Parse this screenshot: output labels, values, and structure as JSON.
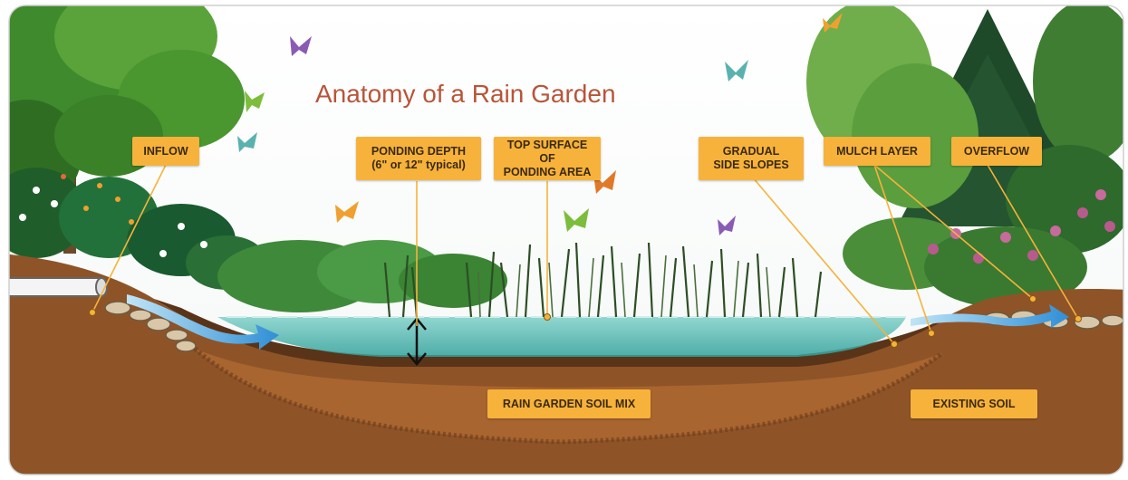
{
  "diagram": {
    "title": "Anatomy of a Rain Garden",
    "labels": {
      "inflow": "INFLOW",
      "ponding_depth": "PONDING DEPTH\n(6\" or 12\" typical)",
      "top_surface": "TOP SURFACE OF\nPONDING AREA",
      "gradual_slopes": "GRADUAL\nSIDE SLOPES",
      "mulch_layer": "MULCH LAYER",
      "overflow": "OVERFLOW",
      "soil_mix": "RAIN GARDEN SOIL MIX",
      "existing_soil": "EXISTING SOIL"
    }
  },
  "colors": {
    "label_bg": "#f7b23b",
    "title": "#b8553a",
    "soil": "#9a5a2c",
    "soil_mix": "#a9652f",
    "water": "#4fb3b0",
    "arrow": "#4ea6dc"
  }
}
